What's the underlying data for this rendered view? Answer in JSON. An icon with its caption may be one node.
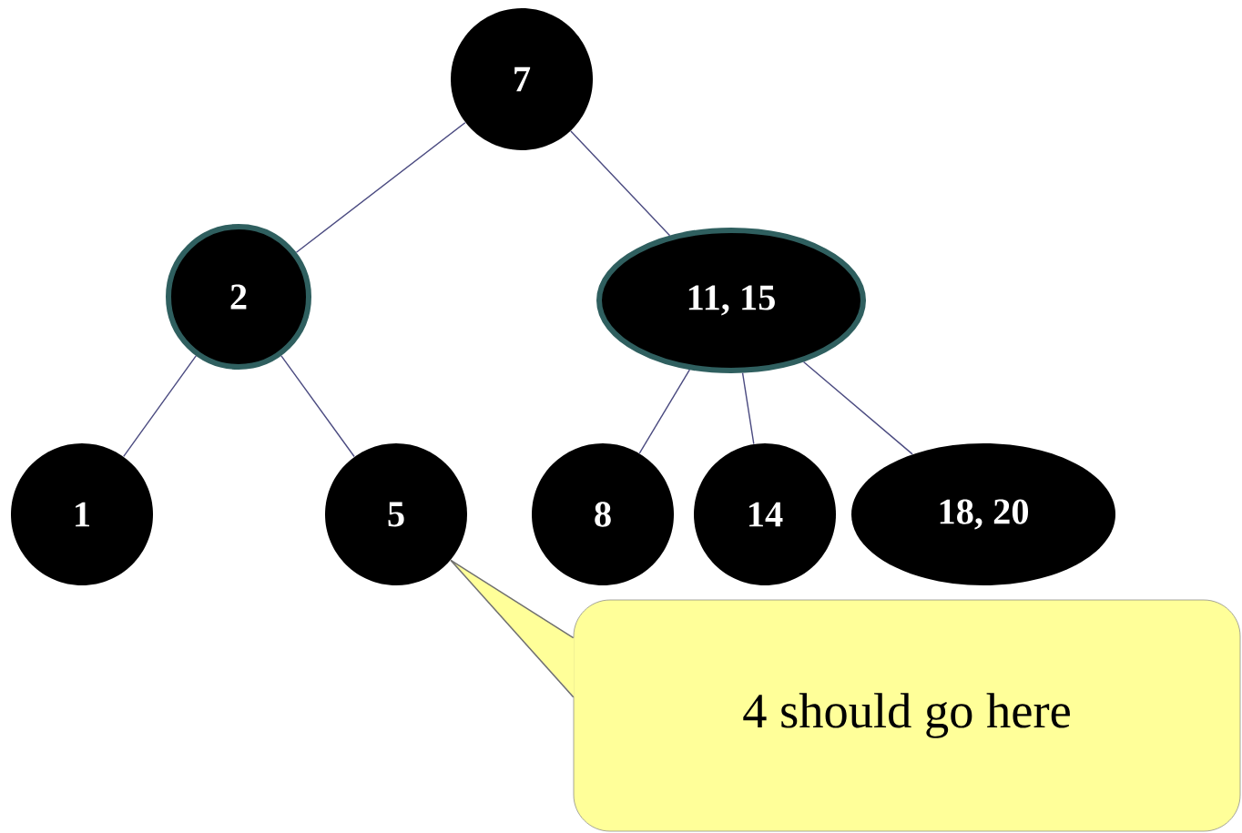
{
  "diagram": {
    "nodes": [
      {
        "text": [
          "7"
        ]
      },
      {
        "text": [
          "2"
        ]
      },
      {
        "text": [
          "11, 15"
        ]
      },
      {
        "text": [
          "1"
        ]
      },
      {
        "text": [
          "5"
        ]
      },
      {
        "text": [
          "8"
        ]
      },
      {
        "text": [
          "14"
        ]
      },
      {
        "text": [
          "18, 20"
        ]
      },
      {
        "text": [
          "4 should go here"
        ]
      }
    ],
    "edges": [
      {
        "from": 0,
        "to": 1,
        "arrow": "none"
      },
      {
        "from": 0,
        "to": 2,
        "arrow": "none"
      },
      {
        "from": 1,
        "to": 3,
        "arrow": "none"
      },
      {
        "from": 1,
        "to": 4,
        "arrow": "none"
      },
      {
        "from": 2,
        "to": 5,
        "arrow": "none"
      },
      {
        "from": 2,
        "to": 6,
        "arrow": "none"
      },
      {
        "from": 2,
        "to": 7,
        "arrow": "none"
      },
      {
        "from": 8,
        "to": 4,
        "arrow": "none",
        "color": "#707070"
      }
    ]
  }
}
